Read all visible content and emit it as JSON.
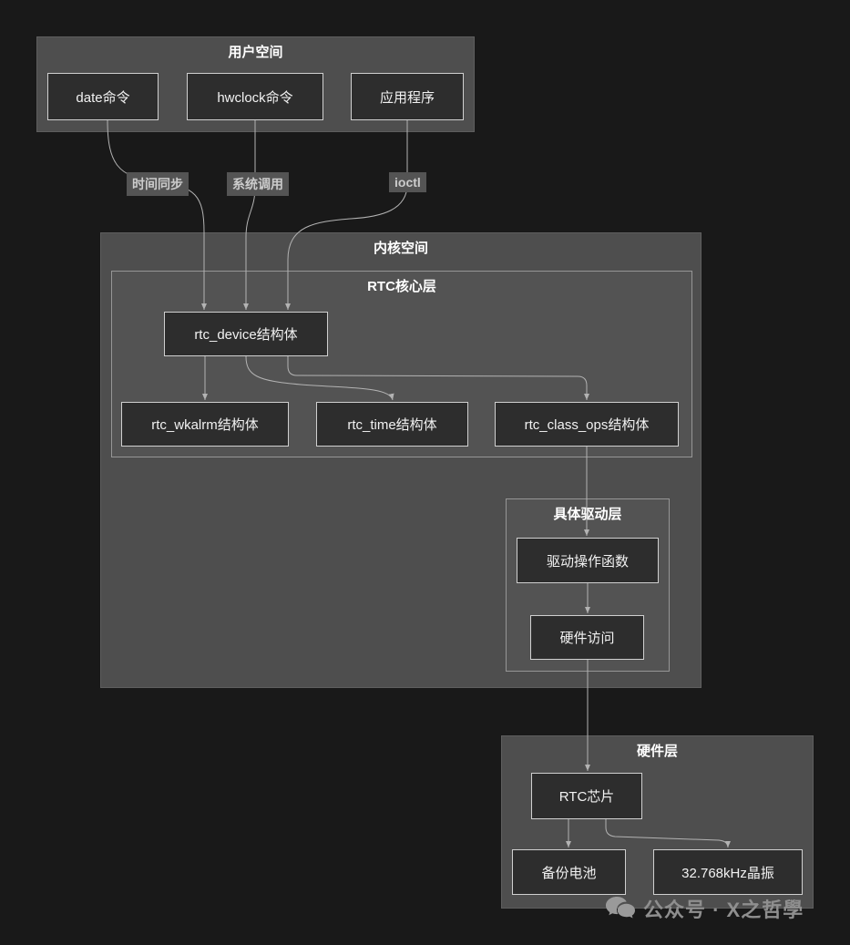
{
  "diagram": {
    "user_space": {
      "title": "用户空间",
      "nodes": [
        {
          "label": "date命令"
        },
        {
          "label": "hwclock命令"
        },
        {
          "label": "应用程序"
        }
      ]
    },
    "edge_labels": [
      {
        "label": "时间同步"
      },
      {
        "label": "系统调用"
      },
      {
        "label": "ioctl"
      }
    ],
    "kernel_space": {
      "title": "内核空间",
      "rtc_core": {
        "title": "RTC核心层",
        "nodes": [
          {
            "label": "rtc_device结构体"
          },
          {
            "label": "rtc_wkalrm结构体"
          },
          {
            "label": "rtc_time结构体"
          },
          {
            "label": "rtc_class_ops结构体"
          }
        ]
      },
      "driver_layer": {
        "title": "具体驱动层",
        "nodes": [
          {
            "label": "驱动操作函数"
          },
          {
            "label": "硬件访问"
          }
        ]
      }
    },
    "hardware_layer": {
      "title": "硬件层",
      "nodes": [
        {
          "label": "RTC芯片"
        },
        {
          "label": "备份电池"
        },
        {
          "label": "32.768kHz晶振"
        }
      ]
    },
    "watermark": {
      "icon": "chat-bubbles-icon",
      "text": "公众号 · X之哲學"
    }
  },
  "colors": {
    "background": "#191919",
    "container_fill": "#4e4e4e",
    "subcontainer_fill": "#535353",
    "subcontainer_border": "#969696",
    "node_fill": "#2d2d2d",
    "node_border": "#d0d0d0",
    "text": "#f2f2f2",
    "connector": "#b3b3b3",
    "edge_label_bg": "#545454",
    "edge_label_text": "#cccccc",
    "watermark": "#8f8f8f"
  }
}
